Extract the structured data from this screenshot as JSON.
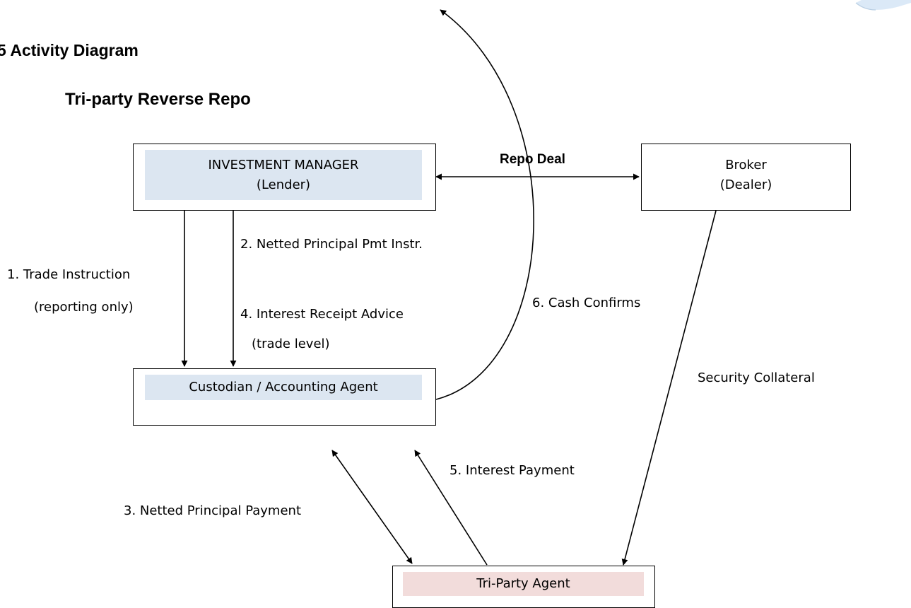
{
  "headings": {
    "section": "5 Activity Diagram",
    "subtitle": "Tri-party Reverse Repo"
  },
  "nodes": {
    "investment_manager": {
      "line1": "INVESTMENT MANAGER",
      "line2": "(Lender)"
    },
    "broker": {
      "line1": "Broker",
      "line2": "(Dealer)"
    },
    "custodian": {
      "line1": "Custodian / Accounting Agent"
    },
    "tri_party": {
      "line1": "Tri-Party Agent"
    }
  },
  "edges": {
    "repo_deal": "Repo Deal",
    "trade_instruction": {
      "line1": "1.  Trade Instruction",
      "line2": "(reporting only)"
    },
    "netted_instr": "2. Netted Principal Pmt Instr.",
    "interest_advice": {
      "line1": "4. Interest Receipt Advice",
      "line2": "(trade level)"
    },
    "cash_confirms": "6. Cash Confirms",
    "security_collateral": "Security Collateral",
    "interest_payment": "5. Interest Payment",
    "netted_payment": "3. Netted Principal Payment"
  },
  "colors": {
    "im_fill": "#dce6f1",
    "custodian_fill": "#dce6f1",
    "tri_party_fill": "#f2dcdb",
    "line": "#000000"
  }
}
